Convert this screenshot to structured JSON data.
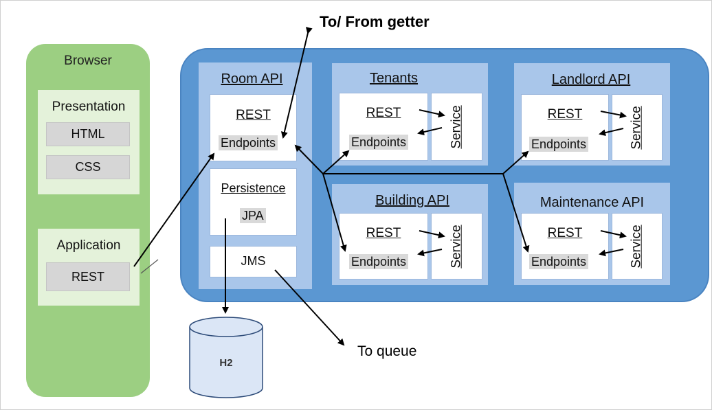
{
  "captions": {
    "top": "To/ From getter",
    "queue": "To queue"
  },
  "browser": {
    "title": "Browser",
    "presentation": {
      "title": "Presentation",
      "items": [
        "HTML",
        "CSS"
      ]
    },
    "application": {
      "title": "Application",
      "items": [
        "REST"
      ]
    }
  },
  "room_api": {
    "title": "Room API",
    "rest": "REST",
    "endpoints": "Endpoints",
    "persistence": {
      "title": "Persistence",
      "item": "JPA"
    },
    "jms": "JMS"
  },
  "services": [
    {
      "id": "tenants",
      "title": "Tenants",
      "rest": "REST",
      "endpoints": "Endpoints",
      "service": "Service"
    },
    {
      "id": "landlord",
      "title": "Landlord API",
      "rest": "REST",
      "endpoints": "Endpoints",
      "service": "Service"
    },
    {
      "id": "building",
      "title": "Building API",
      "rest": "REST",
      "endpoints": "Endpoints",
      "service": "Service"
    },
    {
      "id": "maintenance",
      "title": "Maintenance API",
      "rest": "REST",
      "endpoints": "Endpoints",
      "service": "Service"
    }
  ],
  "database": {
    "label": "H2"
  },
  "colors": {
    "browser_green": "#9ccf82",
    "main_blue": "#5b97d2",
    "api_panel": "#a9c6ea",
    "database_fill": "#dbe6f6"
  }
}
